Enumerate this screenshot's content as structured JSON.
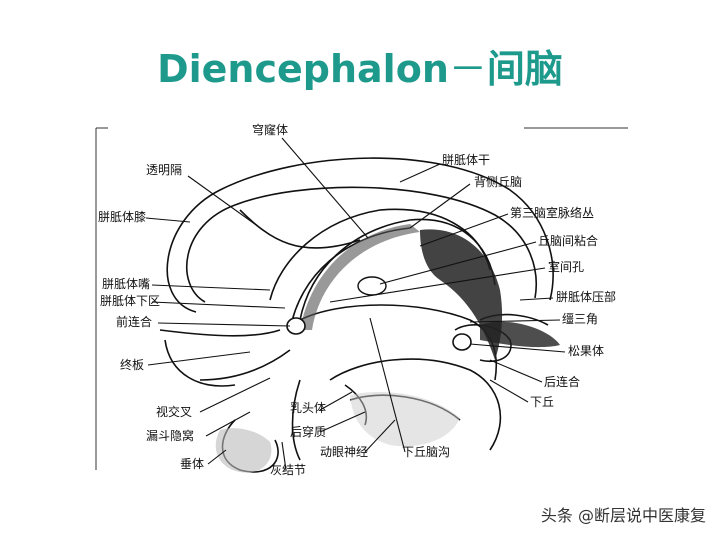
{
  "title": {
    "en": "Diencephalon",
    "sep": "－",
    "zh": "间脑"
  },
  "labels": {
    "gongnaoti": "穹窿体",
    "toumingge": "透明隔",
    "pianzhitigan": "胼胝体干",
    "beicechiunao": "背侧丘脑",
    "pianzhitixi": "胼胝体膝",
    "disannaoshi": "第三脑室脉络丛",
    "qiunaojianzhe": "丘脑间粘合",
    "shijiankong": "室间孔",
    "pianzhitizui": "胼胝体嘴",
    "pianzhitixiaqu": "胼胝体下区",
    "pianzhitiyabu": "胼胝体压部",
    "qianlianhe": "前连合",
    "jiansanjiao": "缰三角",
    "songguoti": "松果体",
    "zhongban": "终板",
    "houlianhe": "后连合",
    "xiaqiu": "下丘",
    "shijiaocha": "视交叉",
    "rutouti": "乳头体",
    "loudouyinwo": "漏斗隐窝",
    "houchuanzhi": "后穿质",
    "dongyanshenjing": "动眼神经",
    "xiaqiunaogou": "下丘脑沟",
    "chuiti": "垂体",
    "huijiejie": "灰结节"
  },
  "watermark": "头条 @断层说中医康复"
}
